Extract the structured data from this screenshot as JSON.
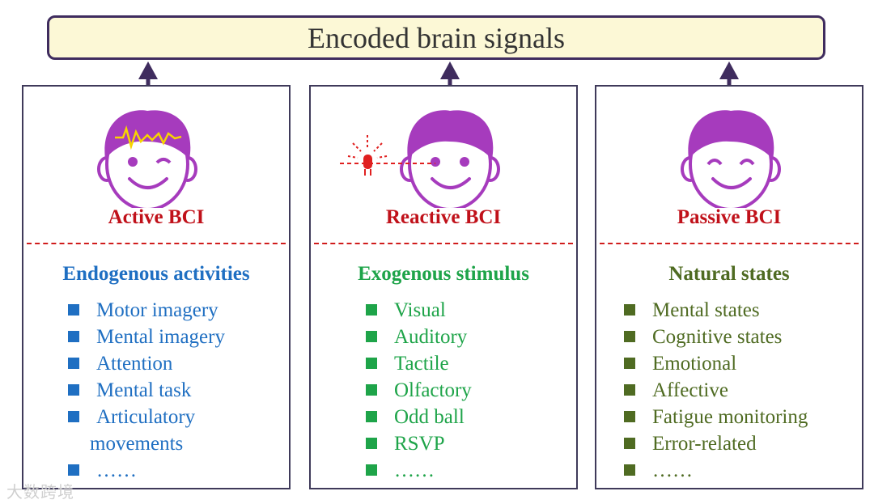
{
  "banner": {
    "title": "Encoded brain signals"
  },
  "panels": [
    {
      "title": "Active BCI",
      "subtitle": "Endogenous activities",
      "items": [
        "Motor imagery",
        "Mental imagery",
        "Attention",
        "Mental task",
        "Articulatory",
        "movements",
        "……"
      ]
    },
    {
      "title": "Reactive BCI",
      "subtitle": "Exogenous stimulus",
      "items": [
        "Visual",
        "Auditory",
        "Tactile",
        "Olfactory",
        "Odd ball",
        "RSVP",
        "……"
      ]
    },
    {
      "title": "Passive BCI",
      "subtitle": "Natural states",
      "items": [
        "Mental states",
        "Cognitive states",
        "Emotional",
        "Affective",
        "Fatigue monitoring",
        "Error-related",
        "……"
      ]
    }
  ],
  "colors": {
    "banner_fill": "#fcf8d6",
    "border": "#3f2c5e",
    "title_red": "#c0111a",
    "active_blue": "#1f6fc2",
    "reactive_green": "#1ea449",
    "passive_olive": "#4f6b22",
    "face_purple": "#a63bbd"
  },
  "watermark": "大数跨境"
}
